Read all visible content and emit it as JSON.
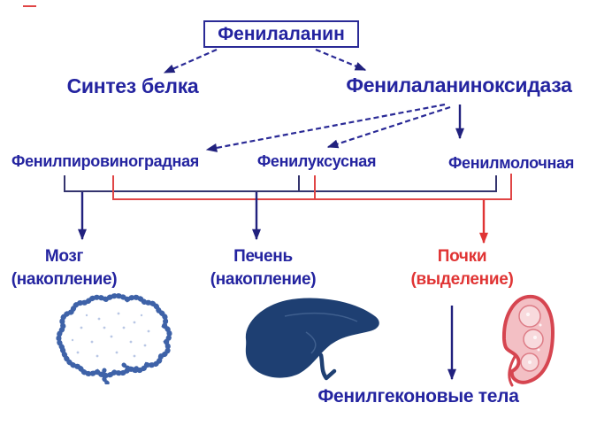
{
  "diagram": {
    "title": "Фенилаланин",
    "left_branch": "Синтез белка",
    "right_branch": "Фенилаланиноксидаза",
    "metabolites": [
      {
        "label": "Фенилпировиноградная"
      },
      {
        "label": "Фенилуксусная"
      },
      {
        "label": "Фенилмолочная"
      }
    ],
    "organs": [
      {
        "name": "Мозг",
        "note": "(накопление)",
        "image": "brain-image"
      },
      {
        "name": "Печень",
        "note": "(накопление)",
        "image": "liver-image"
      },
      {
        "name": "Почки",
        "note": "(выделение)",
        "image": "kidney-image"
      }
    ],
    "bottom_label": "Фенилгеконовые тела",
    "colors": {
      "navy_text": "#2424a0",
      "line_blue": "#34346e",
      "red_text": "#e03434",
      "line_red": "#e04545",
      "liver_fill": "#1e3f72",
      "brain_stroke": "#3e62a8",
      "kidney_stroke": "#d64550",
      "background": "#ffffff"
    }
  }
}
